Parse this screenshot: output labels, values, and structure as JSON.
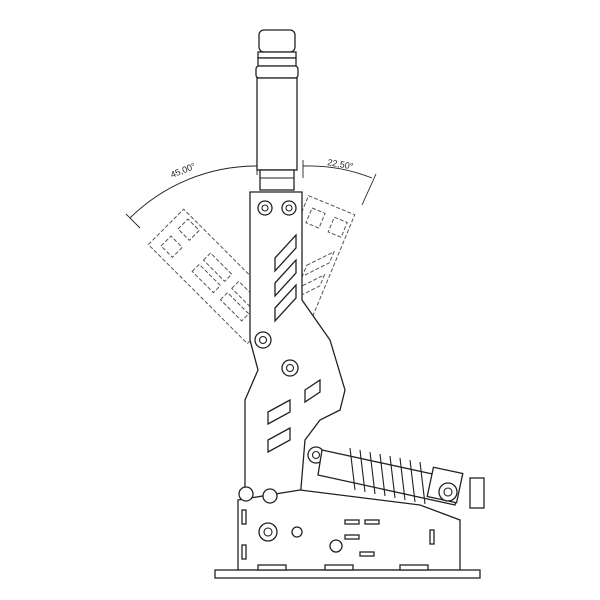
{
  "drawing": {
    "angle_left": "45,00°",
    "angle_right": "22,50°",
    "left_rotation_deg": -45,
    "right_rotation_deg": 22.5,
    "line_color": "#222222",
    "ghost_color": "#555555"
  }
}
